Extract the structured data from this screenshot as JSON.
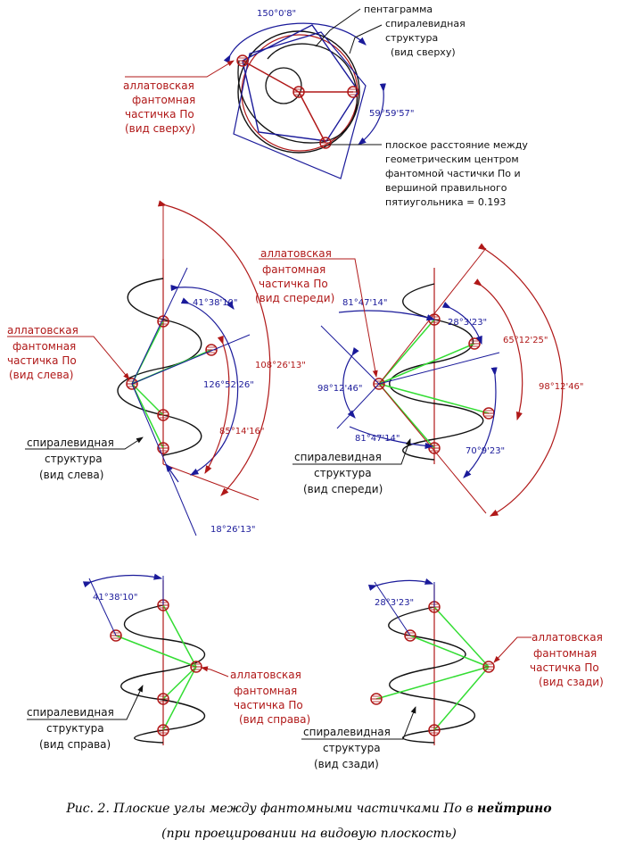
{
  "top_view": {
    "angle_upper": "150°0'8\"",
    "label_pentagram": "пентаграмма",
    "spiral_label": [
      "спиралевидная",
      "структура",
      "(вид сверху)"
    ],
    "particle_label": [
      "аллатовская",
      "фантомная",
      "частичка По",
      "(вид сверху)"
    ],
    "angle_right": "59°59'57\"",
    "distance_note": [
      "плоское расстояние между",
      "геометрическим центром",
      "фантомной частички По и",
      "вершиной правильного",
      "пятиугольника = 0.193"
    ]
  },
  "left_view": {
    "particle_label": [
      "аллатовская",
      "фантомная",
      "частичка По",
      "(вид слева)"
    ],
    "spiral_label": [
      "спиралевидная",
      "структура",
      "(вид слева)"
    ],
    "angles": [
      "41°38'10\"",
      "108°26'13\"",
      "126°52'26\"",
      "85°14'16\"",
      "18°26'13\""
    ]
  },
  "front_view": {
    "particle_label": [
      "аллатовская",
      "фантомная",
      "частичка По",
      "(вид спереди)"
    ],
    "spiral_label": [
      "спиралевидная",
      "структура",
      "(вид спереди)"
    ],
    "angles": [
      "81°47'14\"",
      "28°3'23\"",
      "65°12'25\"",
      "98°12'46\"",
      "98°12'46\"",
      "81°47'14\"",
      "70°9'23\""
    ]
  },
  "right_view": {
    "angle": "41°38'10\"",
    "particle_label": [
      "аллатовская",
      "фантомная",
      "частичка По",
      "(вид справа)"
    ],
    "spiral_label": [
      "спиралевидная",
      "структура",
      "(вид справа)"
    ]
  },
  "back_view": {
    "angle": "28°3'23\"",
    "particle_label": [
      "аллатовская",
      "фантомная",
      "частичка По",
      "(вид сзади)"
    ],
    "spiral_label": [
      "спиралевидная",
      "структура",
      "(вид сзади)"
    ]
  },
  "caption": {
    "line1_prefix": "Рис. 2. Плоские углы между фантомными частичками По в ",
    "line1_bold": "нейтрино",
    "line2": "(при проецировании на видовую плоскость)"
  },
  "colors": {
    "red": "#b01818",
    "blue": "#1a1a9a",
    "green": "#33dd33",
    "black": "#111111"
  }
}
